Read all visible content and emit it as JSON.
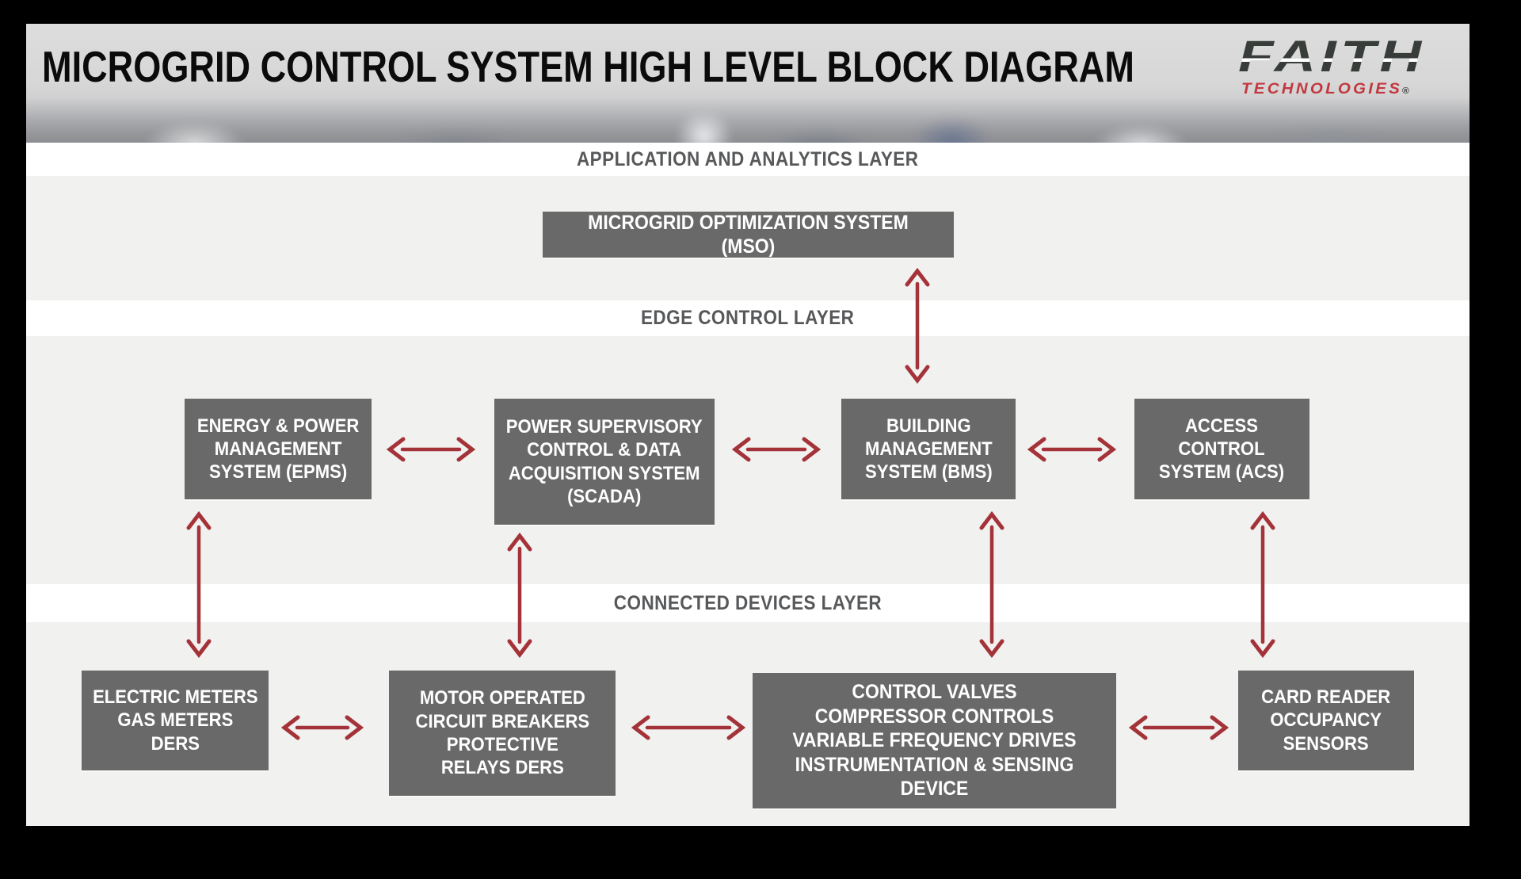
{
  "header": {
    "title": "MICROGRID CONTROL SYSTEM HIGH LEVEL BLOCK DIAGRAM",
    "logo": {
      "name": "FAITH",
      "sub": "TECHNOLOGIES",
      "registered": "®"
    }
  },
  "layers": {
    "application": "APPLICATION AND ANALYTICS LAYER",
    "edge": "EDGE CONTROL LAYER",
    "devices": "CONNECTED DEVICES LAYER"
  },
  "boxes": {
    "mso": "MICROGRID OPTIMIZATION SYSTEM (MSO)",
    "epms": "ENERGY & POWER\nMANAGEMENT\nSYSTEM (EPMS)",
    "scada": "POWER SUPERVISORY\nCONTROL & DATA\nACQUISITION SYSTEM\n(SCADA)",
    "bms": "BUILDING\nMANAGEMENT\nSYSTEM (BMS)",
    "acs": "ACCESS\nCONTROL\nSYSTEM (ACS)",
    "meters": "ELECTRIC METERS\nGAS METERS\nDERS",
    "breakers": "MOTOR OPERATED\nCIRCUIT BREAKERS\nPROTECTIVE\nRELAYS DERS",
    "valves": "CONTROL VALVES\nCOMPRESSOR CONTROLS\nVARIABLE FREQUENCY DRIVES\nINSTRUMENTATION & SENSING DEVICE",
    "sensors": "CARD READER\nOCCUPANCY\nSENSORS"
  },
  "arrows": [
    {
      "from": "mso",
      "to": "bms",
      "type": "bidirectional"
    },
    {
      "from": "epms",
      "to": "scada",
      "type": "bidirectional"
    },
    {
      "from": "scada",
      "to": "bms",
      "type": "bidirectional"
    },
    {
      "from": "bms",
      "to": "acs",
      "type": "bidirectional"
    },
    {
      "from": "epms",
      "to": "meters",
      "type": "bidirectional"
    },
    {
      "from": "scada",
      "to": "breakers",
      "type": "bidirectional"
    },
    {
      "from": "bms",
      "to": "valves",
      "type": "bidirectional"
    },
    {
      "from": "acs",
      "to": "sensors",
      "type": "bidirectional"
    },
    {
      "from": "meters",
      "to": "breakers",
      "type": "bidirectional"
    },
    {
      "from": "breakers",
      "to": "valves",
      "type": "bidirectional"
    },
    {
      "from": "valves",
      "to": "sensors",
      "type": "bidirectional"
    }
  ],
  "colors": {
    "arrow": "#A43339",
    "box": "#696969",
    "canvas": "#F1F1F0",
    "band": "#FFFFFF",
    "label": "#57585A",
    "title": "#0B0B0B",
    "logo_dark": "#383D3A",
    "logo_red": "#C2383F"
  }
}
